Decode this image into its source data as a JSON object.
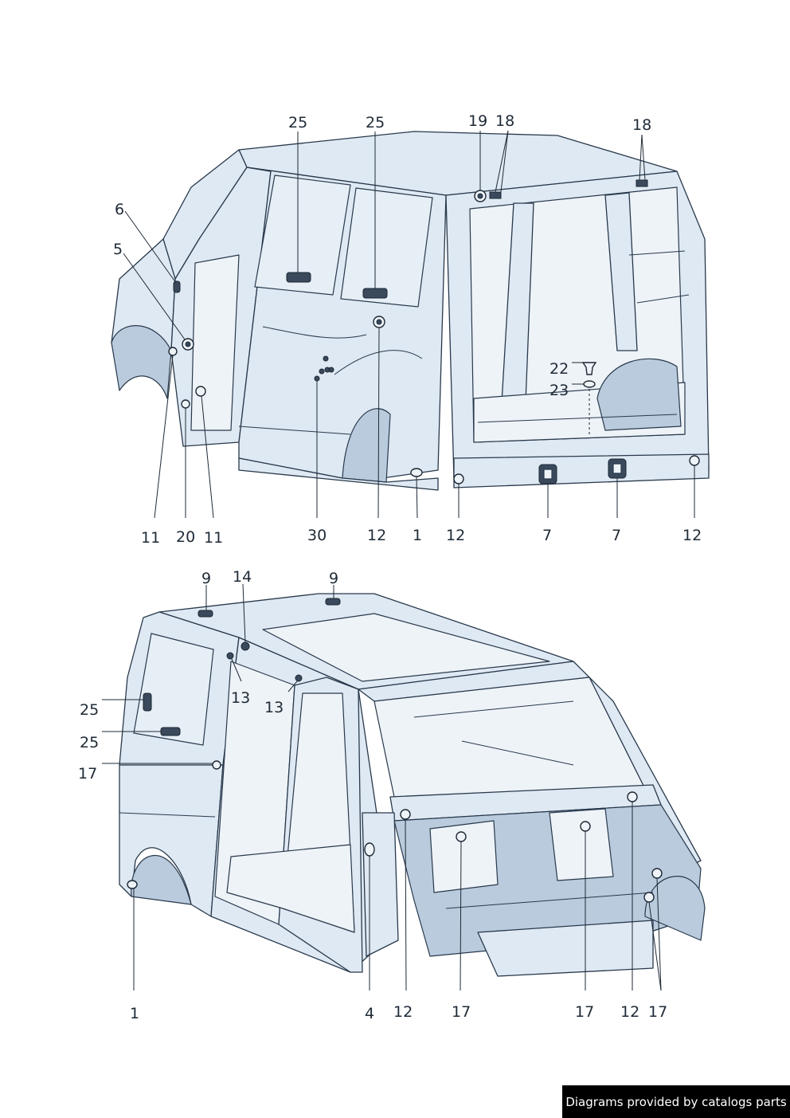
{
  "upper_labels": [
    "25",
    "25",
    "19",
    "18",
    "18",
    "6",
    "5",
    "22",
    "23",
    "11",
    "20",
    "11",
    "30",
    "12",
    "1",
    "12",
    "7",
    "7",
    "12"
  ],
  "lower_labels": [
    "9",
    "14",
    "9",
    "13",
    "13",
    "25",
    "25",
    "17",
    "1",
    "4",
    "12",
    "17",
    "17",
    "12",
    "17"
  ],
  "footer": "Diagrams provided by catalogs parts"
}
